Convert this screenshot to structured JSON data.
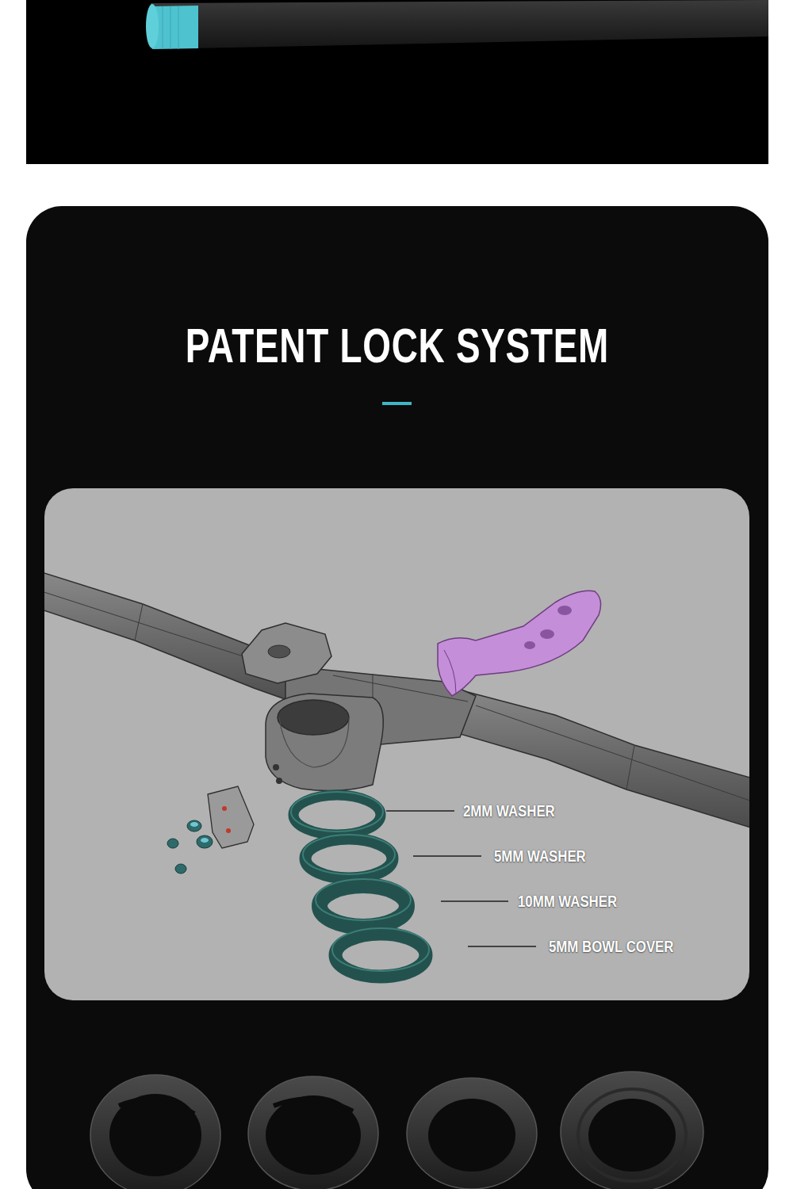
{
  "diagram": {
    "title": "PATENT LOCK SYSTEM",
    "labels": [
      "2MM WASHER",
      "5MM WASHER",
      "10MM WASHER",
      "5MM BOWL COVER"
    ]
  }
}
